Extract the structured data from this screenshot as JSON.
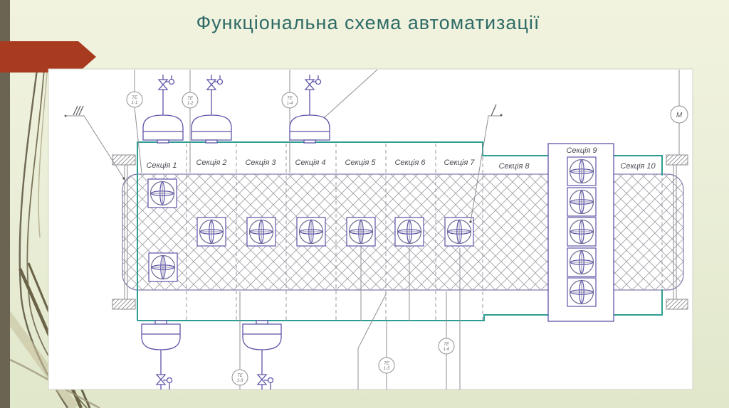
{
  "slide": {
    "title": "Функціональна схема автоматизації"
  },
  "diagram": {
    "sections": [
      {
        "label": "Секція 1"
      },
      {
        "label": "Секція 2"
      },
      {
        "label": "Секція 3"
      },
      {
        "label": "Секція 4"
      },
      {
        "label": "Секція 5"
      },
      {
        "label": "Секція 6"
      },
      {
        "label": "Секція 7"
      },
      {
        "label": "Секція 8"
      },
      {
        "label": "Секція 9"
      },
      {
        "label": "Секція 10"
      }
    ],
    "instruments": [
      {
        "type": "ТЕ",
        "tag": "1-1"
      },
      {
        "type": "ТЕ",
        "tag": "1-2"
      },
      {
        "type": "ТЕ",
        "tag": "1-4"
      },
      {
        "type": "ТЕ",
        "tag": "1-3"
      },
      {
        "type": "ТЕ",
        "tag": "1-5"
      },
      {
        "type": "ТЕ",
        "tag": "1-6"
      }
    ],
    "motor": {
      "label": "М"
    },
    "position_marks": {
      "left": "///",
      "right": "I"
    },
    "colors": {
      "outline_teal": "#2e9d92",
      "equipment_purple": "#5d55a8",
      "instrument_grey": "#8f8f94",
      "accent_red": "#a83a1f",
      "left_bar_olive": "#6b6452",
      "title_teal": "#2f6b66"
    }
  }
}
